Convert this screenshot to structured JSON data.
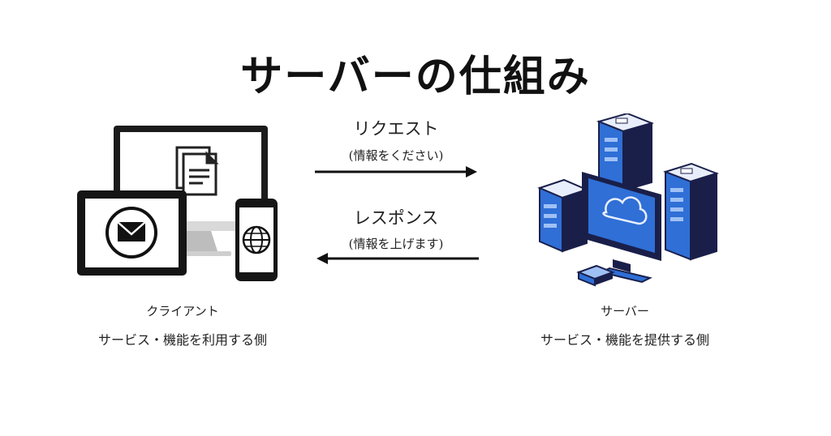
{
  "title": "サーバーの仕組み",
  "request": {
    "label": "リクエスト",
    "sublabel": "(情報をください)"
  },
  "response": {
    "label": "レスポンス",
    "sublabel": "(情報を上げます)"
  },
  "client": {
    "name": "クライアント",
    "role": "サービス・機能を利用する側"
  },
  "server": {
    "name": "サーバー",
    "role": "サービス・機能を提供する側"
  },
  "colors": {
    "server_blue": "#2f6fd6",
    "server_dark": "#1a1f4a",
    "text": "#111111"
  }
}
